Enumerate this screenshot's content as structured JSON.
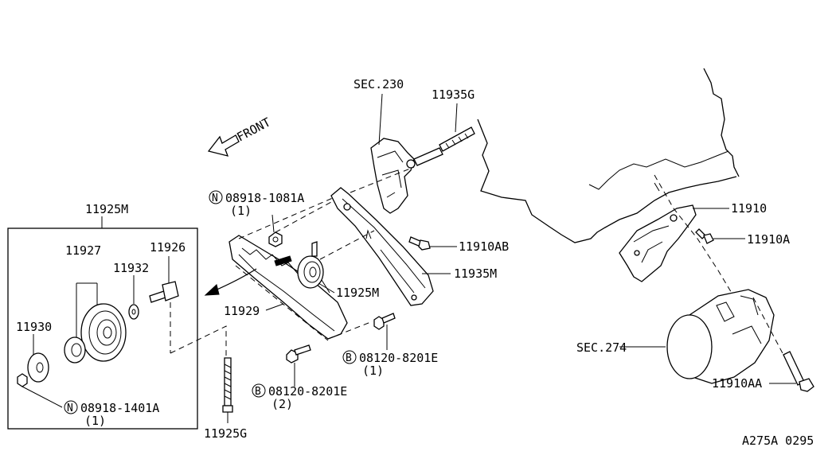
{
  "front_label": "FRONT",
  "labels": {
    "sec230": "SEC.230",
    "p11935G": "11935G",
    "p08918_1081A": "08918-1081A",
    "qty_08918_1081A": "(1)",
    "p11910": "11910",
    "p11910AB": "11910AB",
    "p11910A": "11910A",
    "p11935M": "11935M",
    "p11925M_center": "11925M",
    "p11929": "11929",
    "p08120_8201E_right": "08120-8201E",
    "qty_08120_right": "(1)",
    "p08120_8201E_left": "08120-8201E",
    "qty_08120_left": "(2)",
    "p11925G": "11925G",
    "sec274": "SEC.274",
    "p11910AA": "11910AA",
    "p11925M_box": "11925M",
    "p11927": "11927",
    "p11926": "11926",
    "p11932": "11932",
    "p11930": "11930",
    "p08918_1401A": "08918-1401A",
    "qty_08918_1401A": "(1)"
  },
  "markers": {
    "nut": "N",
    "bolt": "B"
  },
  "footer_code": "A275A 0295"
}
